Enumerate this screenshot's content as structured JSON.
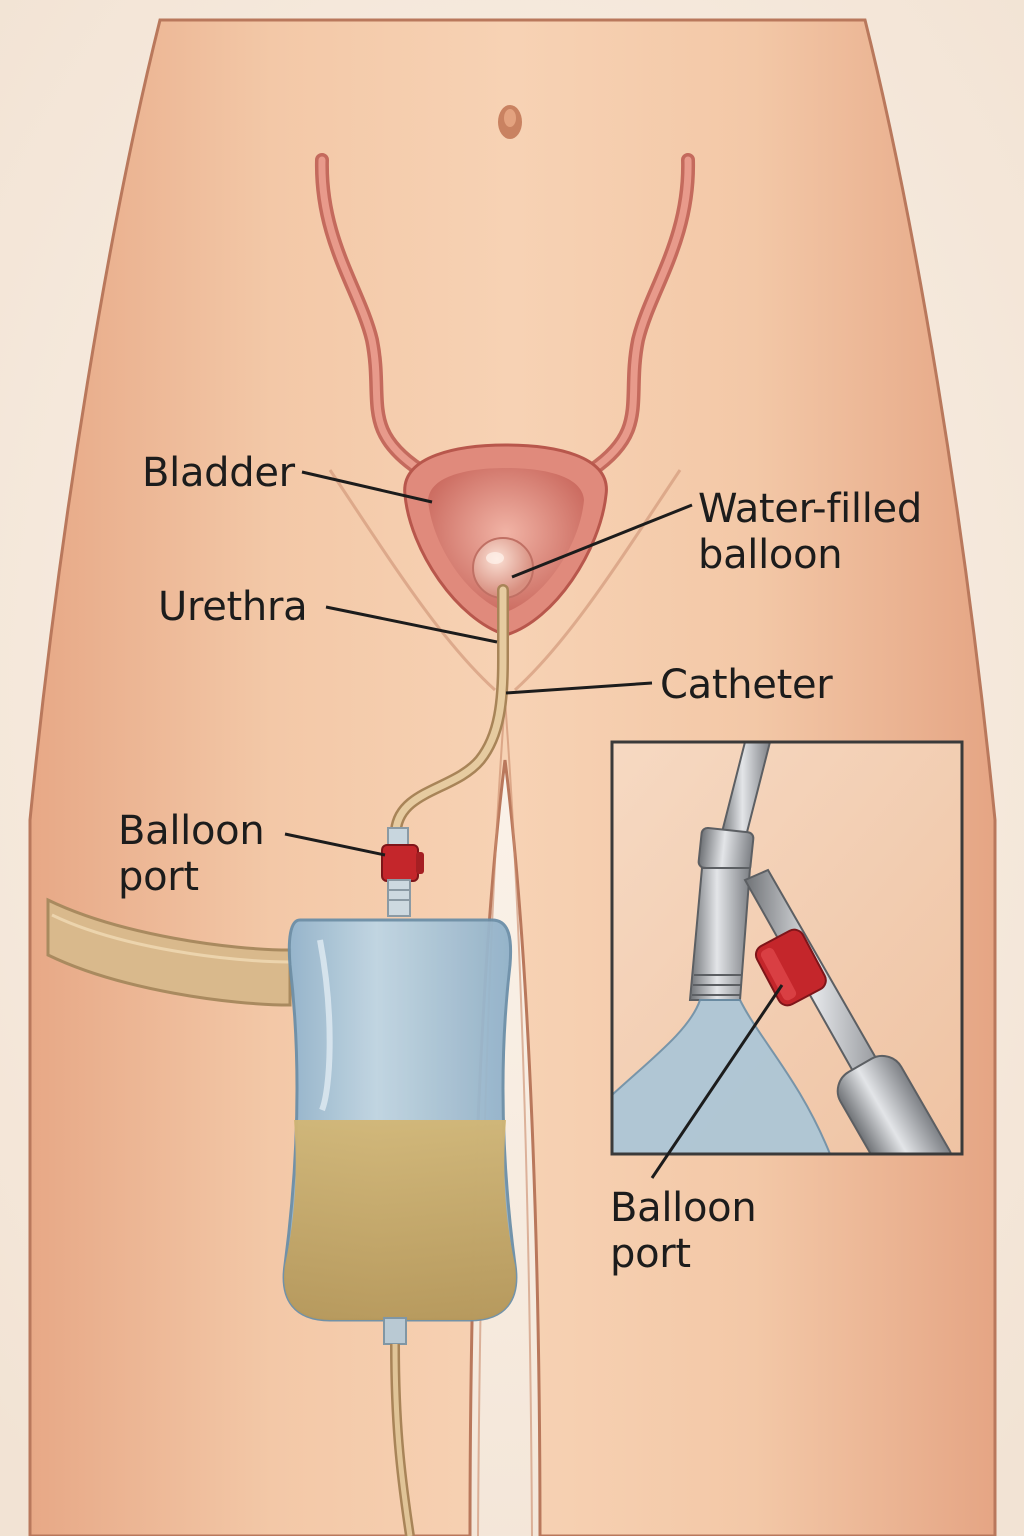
{
  "labels": {
    "bladder": "Bladder",
    "urethra": "Urethra",
    "water_filled_balloon": [
      "Water-filled",
      "balloon"
    ],
    "catheter": "Catheter",
    "balloon_port": [
      "Balloon",
      "port"
    ],
    "inset_balloon_port": [
      "Balloon",
      "port"
    ]
  },
  "colors": {
    "background": "#f6ece2",
    "skin": "#f0c3a1",
    "skin_outline": "#b9785c",
    "bladder": "#e08a7c",
    "bladder_inner": "#c9675c",
    "catheter": "#d8b98a",
    "bag": "#a9c6d8",
    "urine": "#c9ad6e",
    "port_red": "#c4262b",
    "leg_strap": "#d9b98c",
    "inset_border": "#3a3a3a",
    "metal": "#a8abb0"
  },
  "icons": {
    "bladder": "bladder-illustration",
    "catheter": "catheter-tube",
    "bag": "drainage-bag",
    "inset": "balloon-port-closeup"
  }
}
